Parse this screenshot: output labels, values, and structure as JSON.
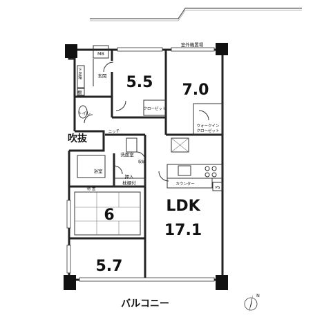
{
  "rooms": {
    "western1_size": "5.5",
    "western2_size": "7.0",
    "tatami_size": "6",
    "western3_size": "5.7",
    "ldk_label": "LDK",
    "ldk_size": "17.1"
  },
  "labels": {
    "mb": "MB",
    "outdoor_unit": "室外機置場",
    "entrance": "玄関",
    "shoe_box": "下足箱",
    "shelf": "棚",
    "toilet": "トイレ",
    "closet": "クローゼット",
    "walk_in_1": "ウォークイン",
    "walk_in_2": "クローゼット",
    "niche": "ニッチ",
    "void": "吹抜",
    "washroom": "洗面室",
    "bath": "浴室",
    "storage": "収納",
    "oshiire_1": "押入",
    "oshiire_2": "枕棚付",
    "tokonoma": "物 置",
    "counter": "カウンター",
    "ps": "PS",
    "balcony": "バルコニー",
    "north": "N"
  }
}
